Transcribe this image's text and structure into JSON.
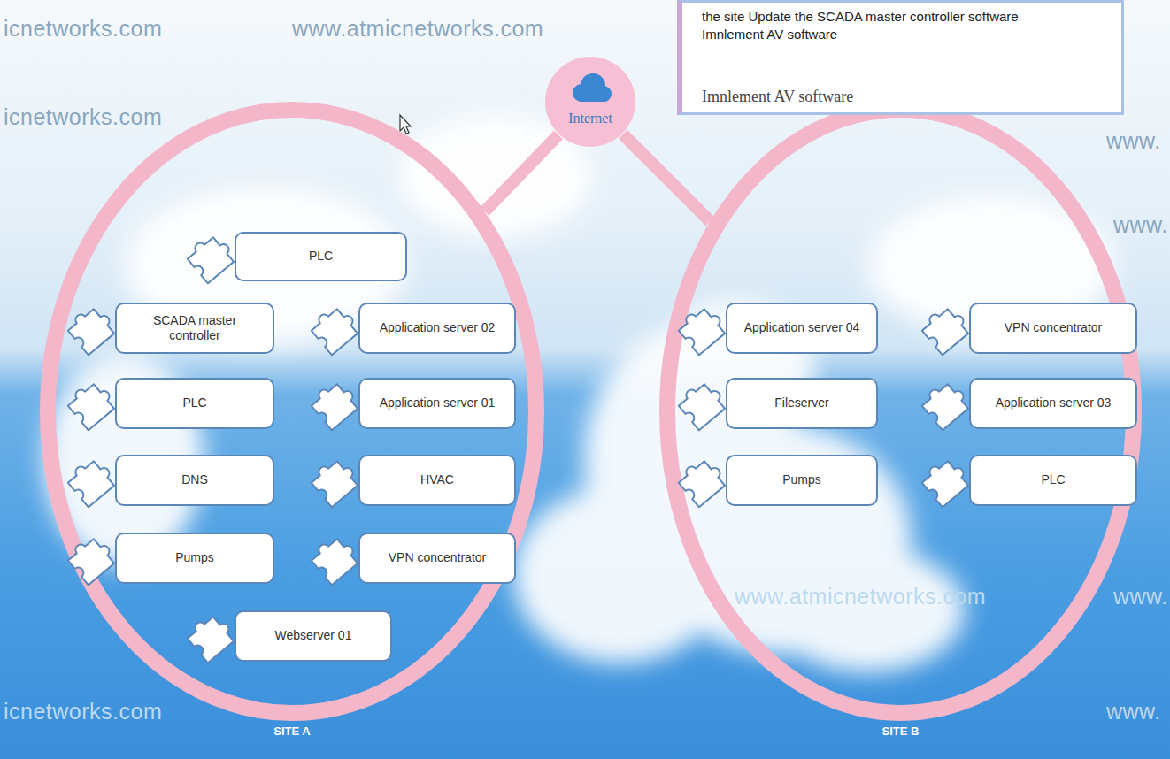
{
  "diagram": {
    "nodes": [
      {
        "text": [
          "Internet"
        ]
      },
      {
        "text": [
          "SITE A"
        ]
      },
      {
        "text": [
          "PLC"
        ],
        "in": 1
      },
      {
        "text": [
          "SCADA master controller"
        ],
        "in": 1
      },
      {
        "text": [
          "Application server 02"
        ],
        "in": 1
      },
      {
        "text": [
          "PLC"
        ],
        "in": 1
      },
      {
        "text": [
          "Application server 01"
        ],
        "in": 1
      },
      {
        "text": [
          "DNS"
        ],
        "in": 1
      },
      {
        "text": [
          "HVAC"
        ],
        "in": 1
      },
      {
        "text": [
          "Pumps"
        ],
        "in": 1
      },
      {
        "text": [
          "VPN concentrator"
        ],
        "in": 1
      },
      {
        "text": [
          "Webserver 01"
        ],
        "in": 1
      },
      {
        "text": [
          "SITE B"
        ]
      },
      {
        "text": [
          "Application server 04"
        ],
        "in": 12
      },
      {
        "text": [
          "VPN concentrator"
        ],
        "in": 12
      },
      {
        "text": [
          "Fileserver"
        ],
        "in": 12
      },
      {
        "text": [
          "Application server 03"
        ],
        "in": 12
      },
      {
        "text": [
          "Pumps"
        ],
        "in": 12
      },
      {
        "text": [
          "PLC"
        ],
        "in": 12
      },
      {
        "text": [
          "the site Update the SCADA master controller software Imnlement AV software",
          "Imnlement AV software"
        ]
      }
    ],
    "edges": [
      {
        "from": 0,
        "to": 1,
        "arrow": "none"
      },
      {
        "from": 0,
        "to": 12,
        "arrow": "none"
      }
    ],
    "labels": [
      "icnetworks.com",
      "www.atmicnetworks.com",
      "icnetworks.com",
      "www.",
      "www.",
      "www.atmicnetworks.com",
      "www.",
      "icnetworks.com",
      "www."
    ]
  }
}
